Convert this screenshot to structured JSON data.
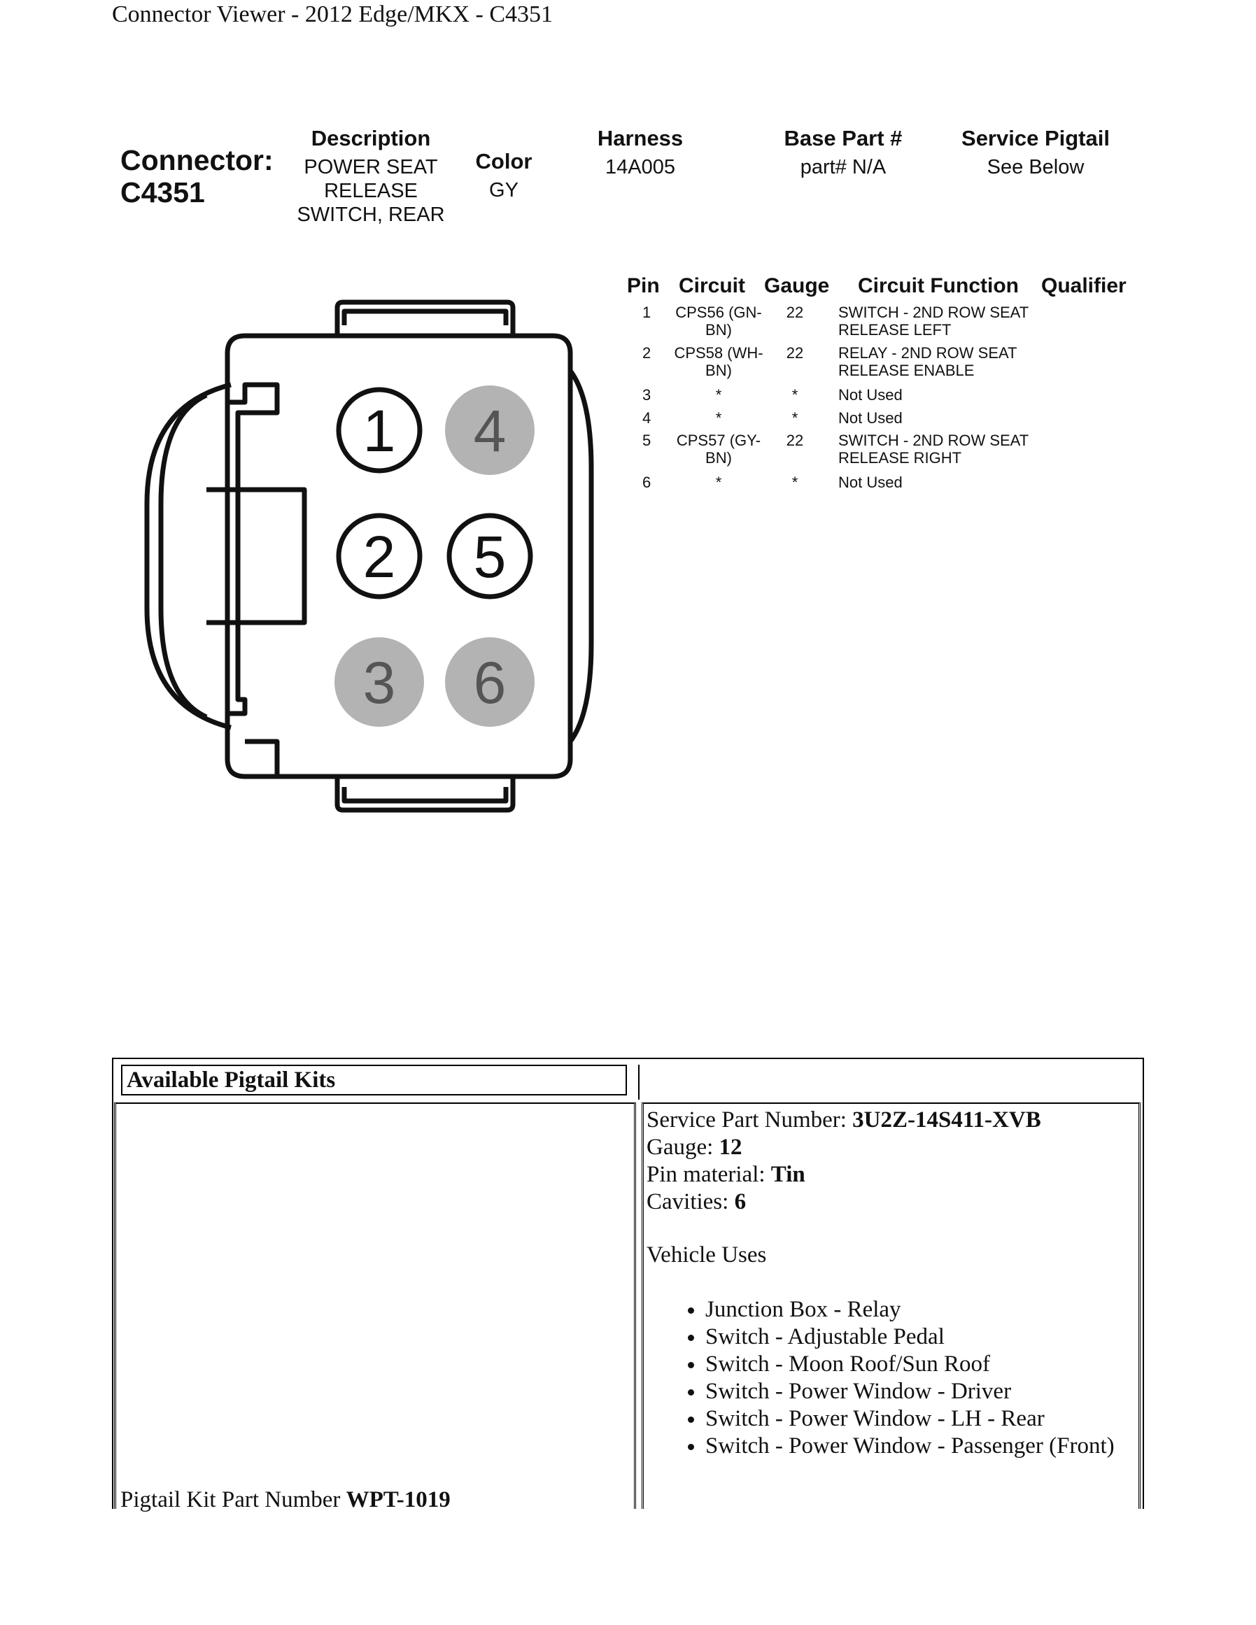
{
  "page_title": "Connector Viewer - 2012 Edge/MKX - C4351",
  "connector": {
    "label_line1": "Connector:",
    "label_line2": "C4351",
    "headers": {
      "description": "Description",
      "color": "Color",
      "harness": "Harness",
      "base_part": "Base Part #",
      "service_pigtail": "Service Pigtail"
    },
    "description_lines": [
      "POWER SEAT",
      "RELEASE",
      "SWITCH, REAR"
    ],
    "color": "GY",
    "harness": "14A005",
    "base_part": "part# N/A",
    "service_pigtail": "See Below"
  },
  "pin_table": {
    "headers": {
      "pin": "Pin",
      "circuit": "Circuit",
      "gauge": "Gauge",
      "function": "Circuit Function",
      "qualifier": "Qualifier"
    },
    "rows": [
      {
        "pin": "1",
        "circuit_1": "CPS56 (GN-",
        "circuit_2": "BN)",
        "gauge": "22",
        "function_1": "SWITCH - 2ND ROW SEAT",
        "function_2": "RELEASE LEFT"
      },
      {
        "pin": "2",
        "circuit_1": "CPS58 (WH-",
        "circuit_2": "BN)",
        "gauge": "22",
        "function_1": "RELAY - 2ND ROW SEAT",
        "function_2": "RELEASE ENABLE"
      },
      {
        "pin": "3",
        "circuit_1": "*",
        "circuit_2": "",
        "gauge": "*",
        "function_1": "Not Used",
        "function_2": ""
      },
      {
        "pin": "4",
        "circuit_1": "*",
        "circuit_2": "",
        "gauge": "*",
        "function_1": "Not Used",
        "function_2": ""
      },
      {
        "pin": "5",
        "circuit_1": "CPS57 (GY-",
        "circuit_2": "BN)",
        "gauge": "22",
        "function_1": "SWITCH - 2ND ROW SEAT",
        "function_2": "RELEASE RIGHT"
      },
      {
        "pin": "6",
        "circuit_1": "*",
        "circuit_2": "",
        "gauge": "*",
        "function_1": "Not Used",
        "function_2": ""
      }
    ]
  },
  "diagram": {
    "cavities": [
      {
        "label": "1",
        "used": true
      },
      {
        "label": "4",
        "used": false
      },
      {
        "label": "2",
        "used": true
      },
      {
        "label": "5",
        "used": true
      },
      {
        "label": "3",
        "used": false
      },
      {
        "label": "6",
        "used": false
      }
    ],
    "colors": {
      "used_fill": "#ffffff",
      "unused_fill": "#b3b3b3",
      "unused_text": "#555555",
      "outline": "#111111"
    }
  },
  "pigtail": {
    "header": "Available Pigtail Kits",
    "kit_prefix": "Pigtail Kit Part Number ",
    "kit_number": "WPT-1019",
    "service_part_label": "Service Part Number: ",
    "service_part_value": "3U2Z-14S411-XVB",
    "gauge_label": "Gauge: ",
    "gauge_value": "12",
    "pin_material_label": "Pin material: ",
    "pin_material_value": "Tin",
    "cavities_label": "Cavities: ",
    "cavities_value": "6",
    "vehicle_uses_title": "Vehicle Uses",
    "vehicle_uses": [
      "Junction Box - Relay",
      "Switch - Adjustable Pedal",
      "Switch - Moon Roof/Sun Roof",
      "Switch - Power Window - Driver",
      "Switch - Power Window - LH - Rear",
      "Switch - Power Window - Passenger (Front)"
    ]
  }
}
